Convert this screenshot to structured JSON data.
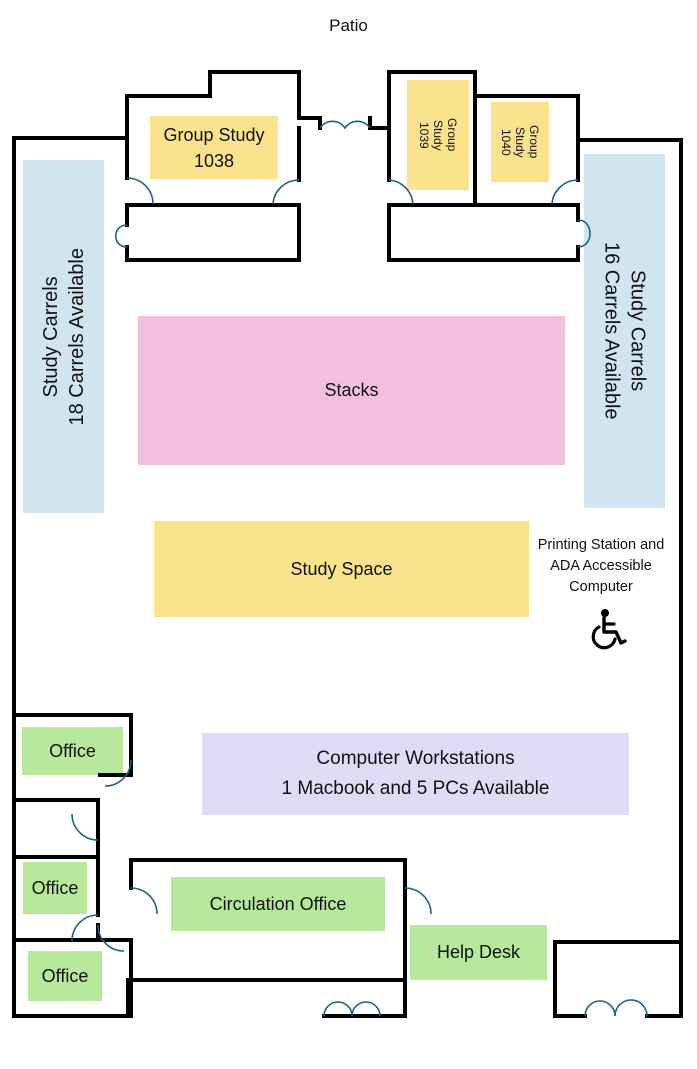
{
  "header": {
    "title": "Patio"
  },
  "rooms": {
    "group_study_1038": {
      "line1": "Group Study",
      "line2": "1038"
    },
    "group_study_1039": {
      "line1": "Group",
      "line2": "Study",
      "line3": "1039"
    },
    "group_study_1040": {
      "line1": "Group",
      "line2": "Study",
      "line3": "1040"
    },
    "carrels_left": {
      "line1": "Study Carrels",
      "line2": "18 Carrels Available"
    },
    "carrels_right": {
      "line1": "Study Carrels",
      "line2": "16 Carrels Available"
    },
    "stacks": {
      "label": "Stacks"
    },
    "study_space": {
      "label": "Study Space"
    },
    "printing": {
      "line1": "Printing Station and",
      "line2": "ADA Accessible",
      "line3": "Computer"
    },
    "workstations": {
      "line1": "Computer Workstations",
      "line2": "1 Macbook and 5 PCs Available"
    },
    "office_1": {
      "label": "Office"
    },
    "office_2": {
      "label": "Office"
    },
    "office_3": {
      "label": "Office"
    },
    "circulation": {
      "label": "Circulation Office"
    },
    "help_desk": {
      "label": "Help Desk"
    }
  },
  "icons": {
    "accessibility": "wheelchair-icon"
  },
  "colors": {
    "yellow": "#fbe38e",
    "blue": "#d0e5f0",
    "pink": "#f4bede",
    "lavender": "#e2dbf6",
    "green": "#b7e89c",
    "wall": "#000000",
    "door": "#1f5f8b"
  }
}
